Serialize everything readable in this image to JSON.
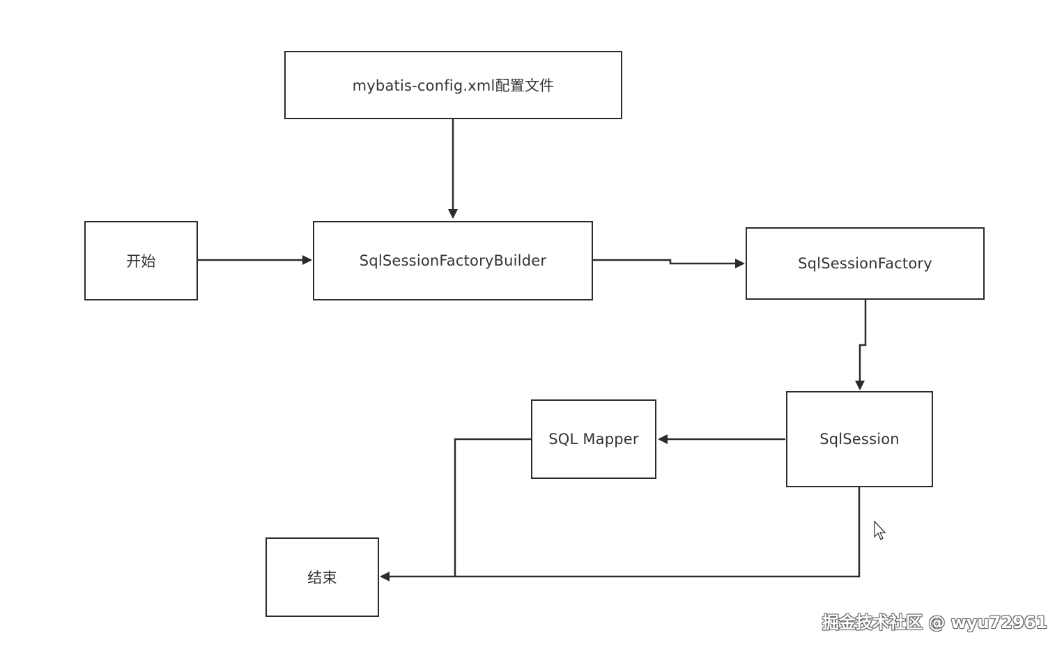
{
  "diagram": {
    "nodes": {
      "config": "mybatis-config.xml配置文件",
      "start": "开始",
      "builder": "SqlSessionFactoryBuilder",
      "factory": "SqlSessionFactory",
      "session": "SqlSession",
      "mapper": "SQL Mapper",
      "end": "结束"
    },
    "edges": [
      {
        "from": "config",
        "to": "builder"
      },
      {
        "from": "start",
        "to": "builder"
      },
      {
        "from": "builder",
        "to": "factory"
      },
      {
        "from": "factory",
        "to": "session"
      },
      {
        "from": "session",
        "to": "mapper"
      },
      {
        "from": "mapper",
        "to": "end"
      },
      {
        "from": "session",
        "to": "end"
      }
    ],
    "colors": {
      "stroke": "#2b2b2b",
      "text": "#333333",
      "background": "#ffffff"
    }
  },
  "watermark": "掘金技术社区 @ wyu72961",
  "icons": {
    "cursor": "mouse-pointer-icon"
  }
}
